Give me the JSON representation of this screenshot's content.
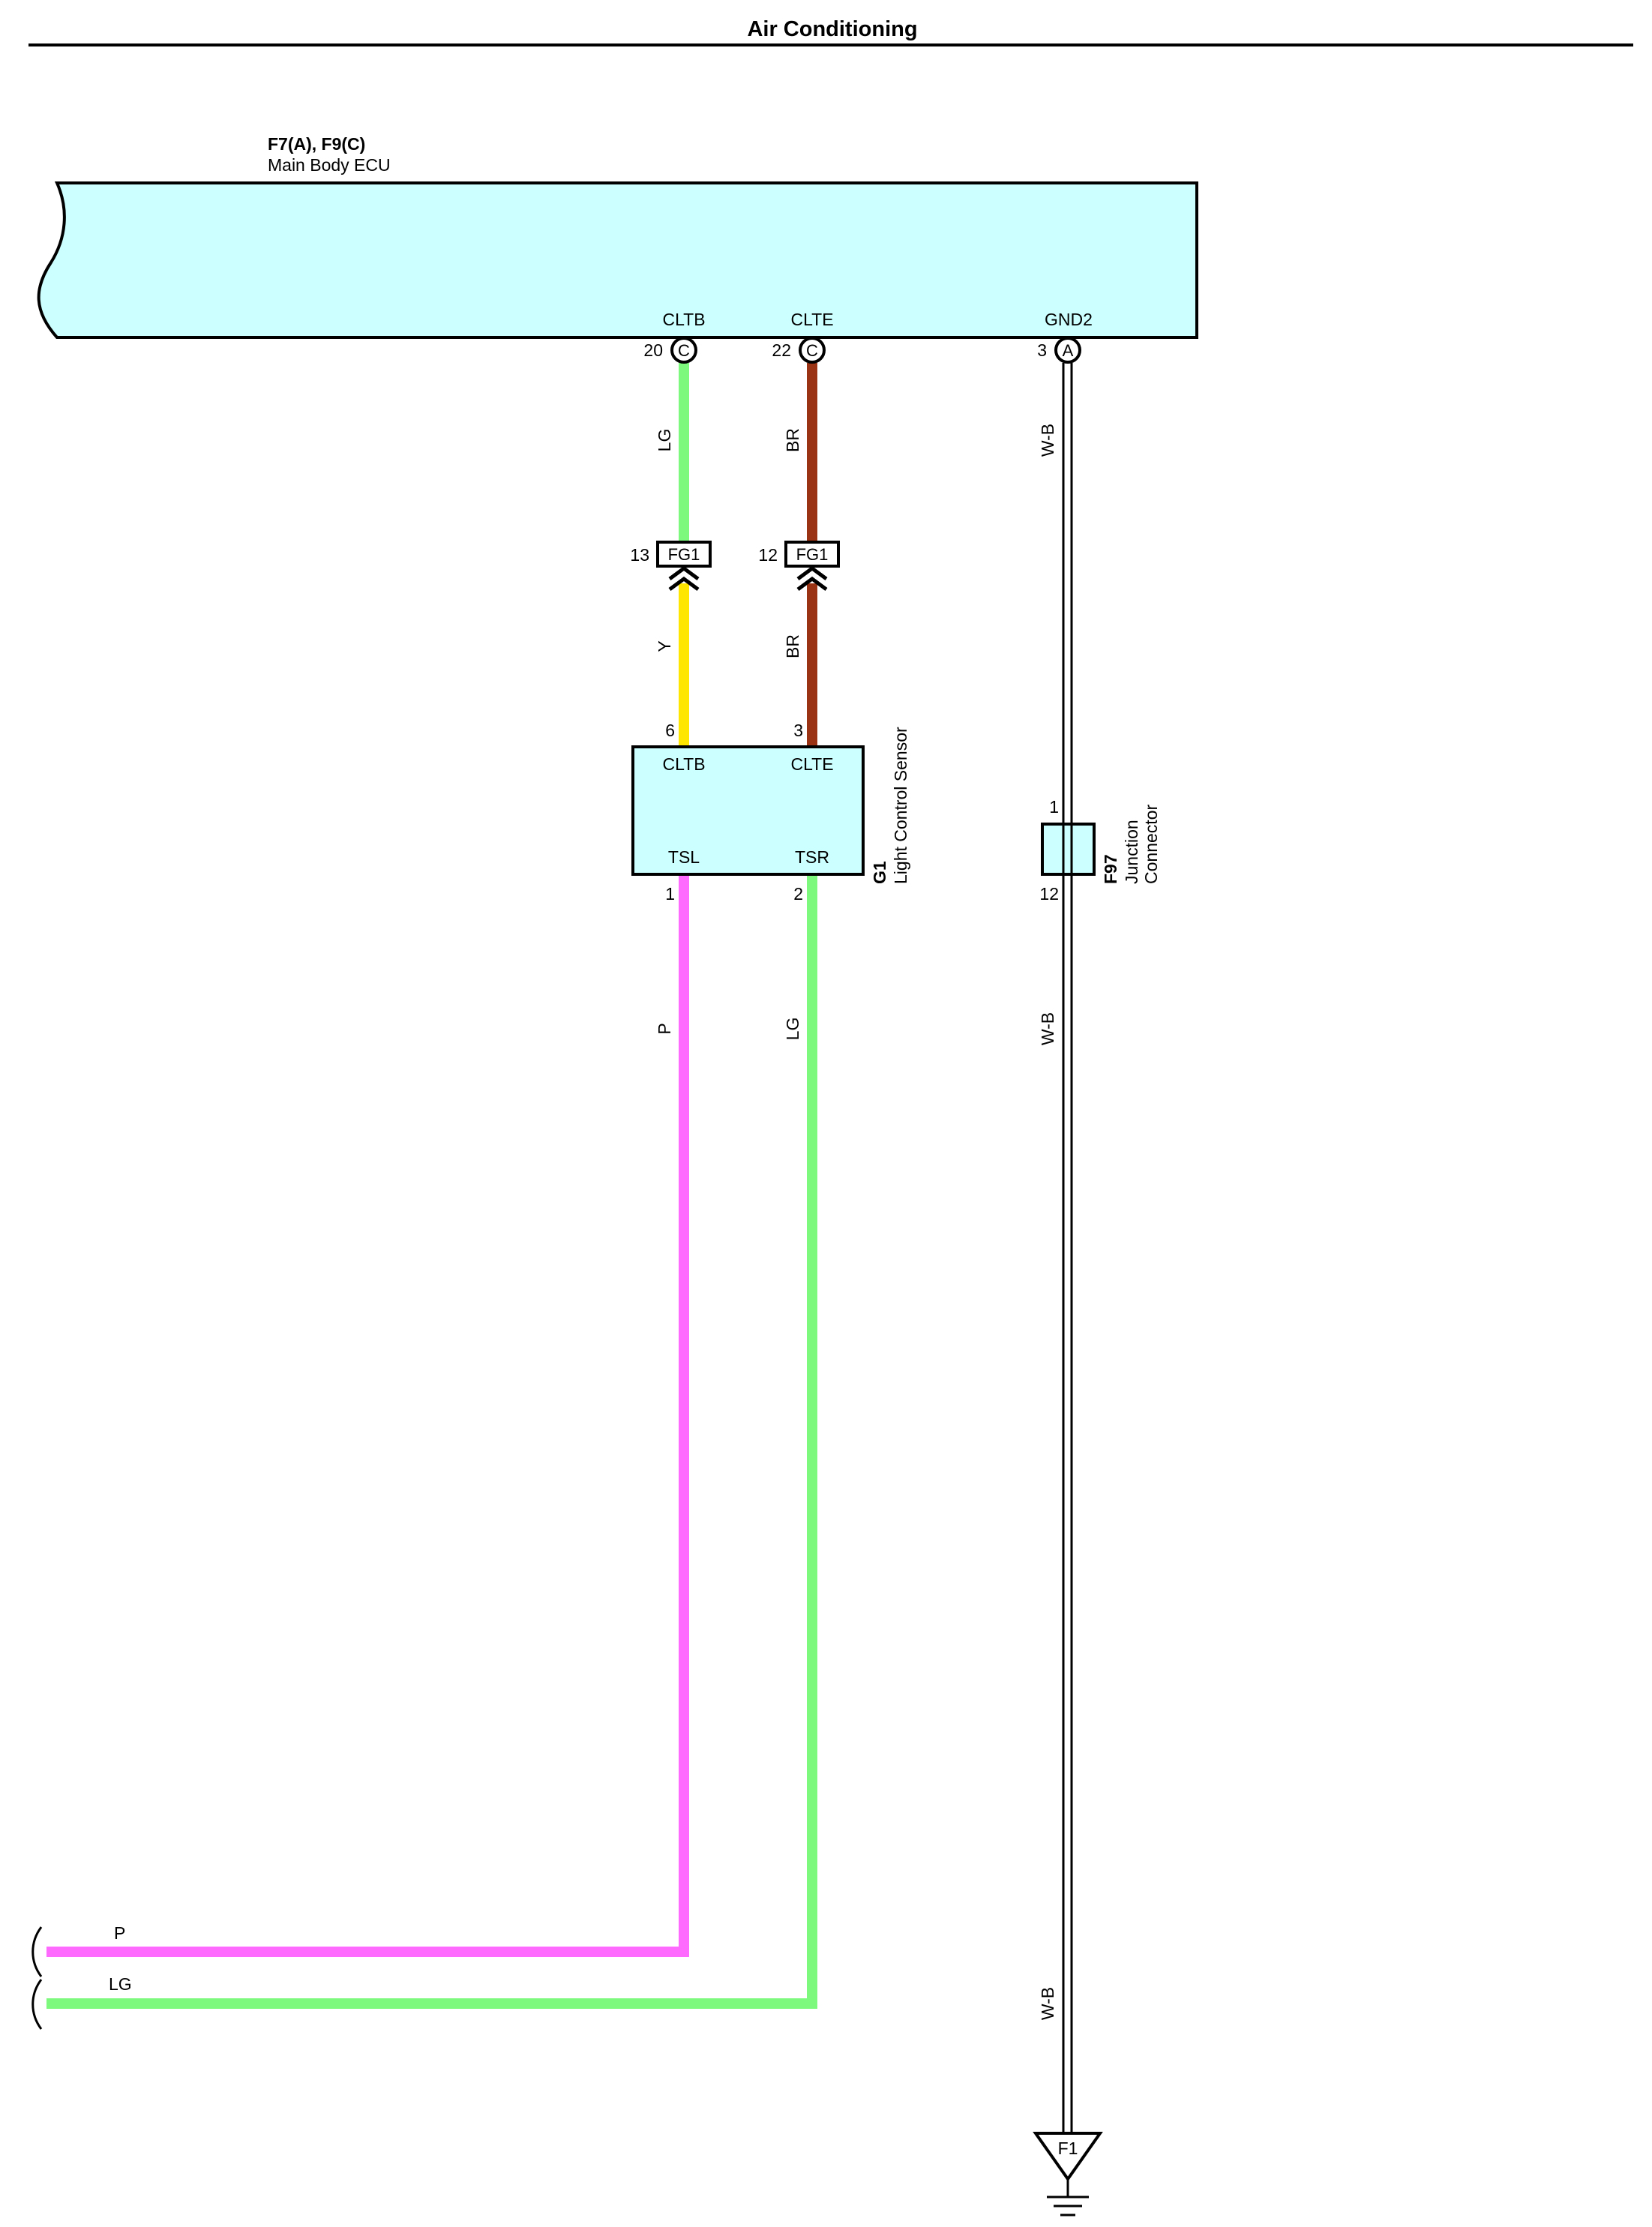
{
  "page": {
    "title": "Air Conditioning"
  },
  "colors": {
    "component_fill": "#ccffff",
    "wire_lg": "#7dfa7d",
    "wire_br": "#9a3214",
    "wire_y": "#fee600",
    "wire_p": "#fe6afe",
    "wire_wb": "#000000"
  },
  "ecu": {
    "connector_ids": "F7(A), F9(C)",
    "name": "Main Body ECU",
    "pins": [
      {
        "name": "CLTB",
        "number": "20",
        "connector": "C"
      },
      {
        "name": "CLTE",
        "number": "22",
        "connector": "C"
      },
      {
        "name": "GND2",
        "number": "3",
        "connector": "A"
      }
    ]
  },
  "inline_connectors": [
    {
      "id": "FG1",
      "pin": "13"
    },
    {
      "id": "FG1",
      "pin": "12"
    }
  ],
  "sensor": {
    "id": "G1",
    "name": "Light Control Sensor",
    "pins": [
      {
        "name": "CLTB",
        "number": "6"
      },
      {
        "name": "CLTE",
        "number": "3"
      },
      {
        "name": "TSL",
        "number": "1"
      },
      {
        "name": "TSR",
        "number": "2"
      }
    ]
  },
  "junction": {
    "id": "F97",
    "name_line1": "Junction",
    "name_line2": "Connector",
    "pin_top": "1",
    "pin_bottom": "12"
  },
  "wires": {
    "cltb_upper": "LG",
    "clte_upper": "BR",
    "cltb_lower": "Y",
    "clte_lower": "BR",
    "tsl": "P",
    "tsr": "LG",
    "ground_1": "W-B",
    "ground_2": "W-B",
    "ground_3": "W-B",
    "left_p": "P",
    "left_lg": "LG"
  },
  "ground": {
    "id": "F1"
  }
}
